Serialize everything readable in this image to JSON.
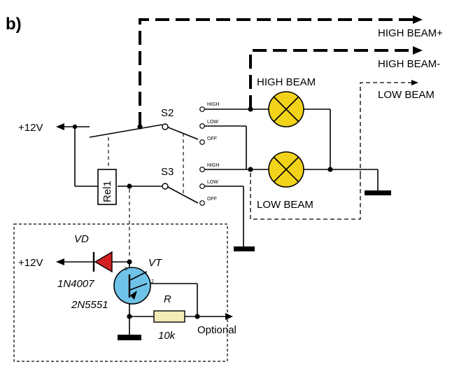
{
  "figure_label": "b)",
  "outputs": {
    "high_beam_plus": "HIGH BEAM+",
    "high_beam_minus": "HIGH BEAM-",
    "low_beam": "LOW BEAM"
  },
  "lamps": {
    "high": "HIGH BEAM",
    "low": "LOW BEAM"
  },
  "supply_top": "+12V",
  "supply_bottom": "+12V",
  "switches": {
    "s2": {
      "name": "S2",
      "positions": [
        "HIGH",
        "LOW",
        "OFF"
      ]
    },
    "s3": {
      "name": "S3",
      "positions": [
        "HIGH",
        "LOW",
        "OFF"
      ]
    }
  },
  "relay": "Rel1",
  "diode": {
    "name": "VD",
    "part": "1N4007"
  },
  "transistor": {
    "name": "VT",
    "part": "2N5551",
    "pins": [
      "3",
      "2"
    ]
  },
  "resistor": {
    "name": "R",
    "value": "10k"
  },
  "optional": "Optional",
  "colors": {
    "lamp": "#f2d31a",
    "diode": "#d42020",
    "transistor": "#6fc3e8",
    "resistor": "#f3ecb6"
  }
}
